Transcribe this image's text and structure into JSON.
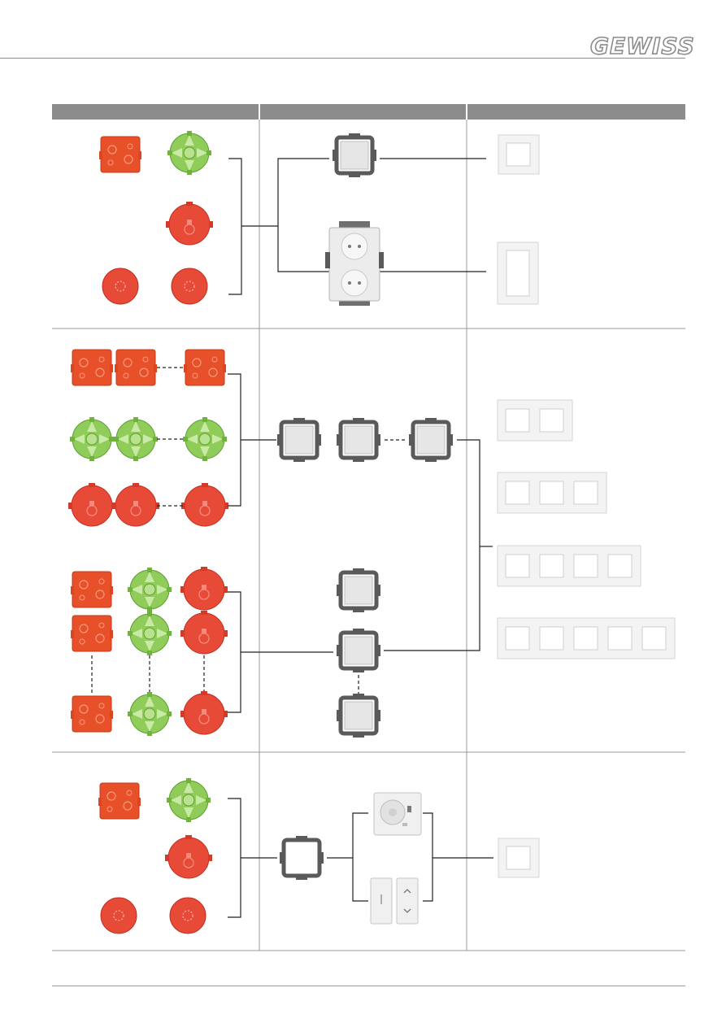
{
  "brand": {
    "logo_text": "GEWISS",
    "logo_color": "#8c8c8c"
  },
  "header": {
    "column_headers": [
      "",
      "",
      ""
    ]
  },
  "colors": {
    "box_orange": "#e8502a",
    "box_green": "#8fcc5a",
    "box_red": "#e84a38",
    "plate_white": "#f3f3f3",
    "frame_gray": "#5a5a5a",
    "line": "#222222"
  },
  "components": {
    "boxes": [
      "square-box",
      "round-green-box",
      "round-red-box",
      "round-red-small-box"
    ],
    "supports": [
      "single-support-frame",
      "double-socket-support"
    ],
    "devices": [
      "thermostat-device",
      "rocker-switch-device",
      "shutter-switch-device"
    ],
    "plates": [
      "plate-1-place",
      "plate-2-place",
      "plate-3-place",
      "plate-4-place",
      "plate-5-place",
      "plate-vertical-2-place"
    ]
  }
}
